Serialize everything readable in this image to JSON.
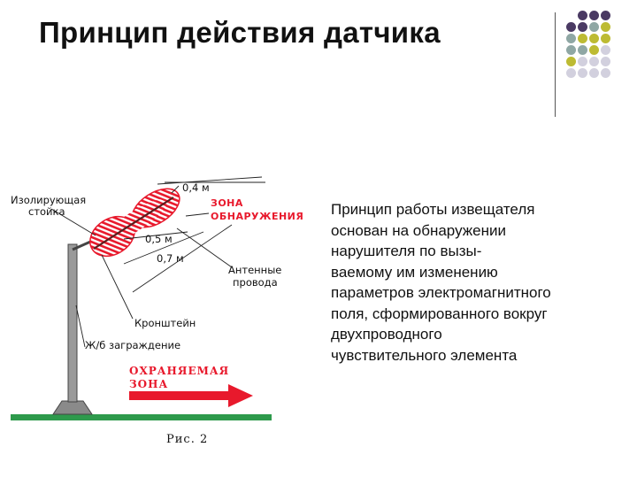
{
  "slide": {
    "title": "Принцип действия датчика",
    "body_lines": [
      "Принцип работы извещателя",
      "основан на обнаружении",
      "нарушителя по вызы-",
      "ваемому им изменению",
      "параметров электромагнитного",
      "поля, сформированного вокруг",
      "двухпроводного",
      "чувствительного элемента"
    ]
  },
  "colors": {
    "purple": "#4a3a63",
    "teal": "#8fa7a4",
    "olive": "#bdbb33",
    "lilac": "#d2d0de",
    "zone_red": "#e8192c",
    "ground_green": "#2e9a4c"
  },
  "diagram": {
    "labels": {
      "insulating_post_1": "Изолирующая",
      "insulating_post_2": "стойка",
      "dim_04": "0,4 м",
      "zone_1": "ЗОНА",
      "zone_2": "ОБНАРУЖЕНИЯ",
      "dim_05": "0,5 м",
      "dim_07": "0,7 м",
      "antenna_1": "Антенные",
      "antenna_2": "провода",
      "bracket": "Кронштейн",
      "fence": "Ж/б заграждение",
      "protected_1": "ОХРАНЯЕМАЯ",
      "protected_2": "ЗОНА",
      "caption": "Рис. 2"
    }
  }
}
